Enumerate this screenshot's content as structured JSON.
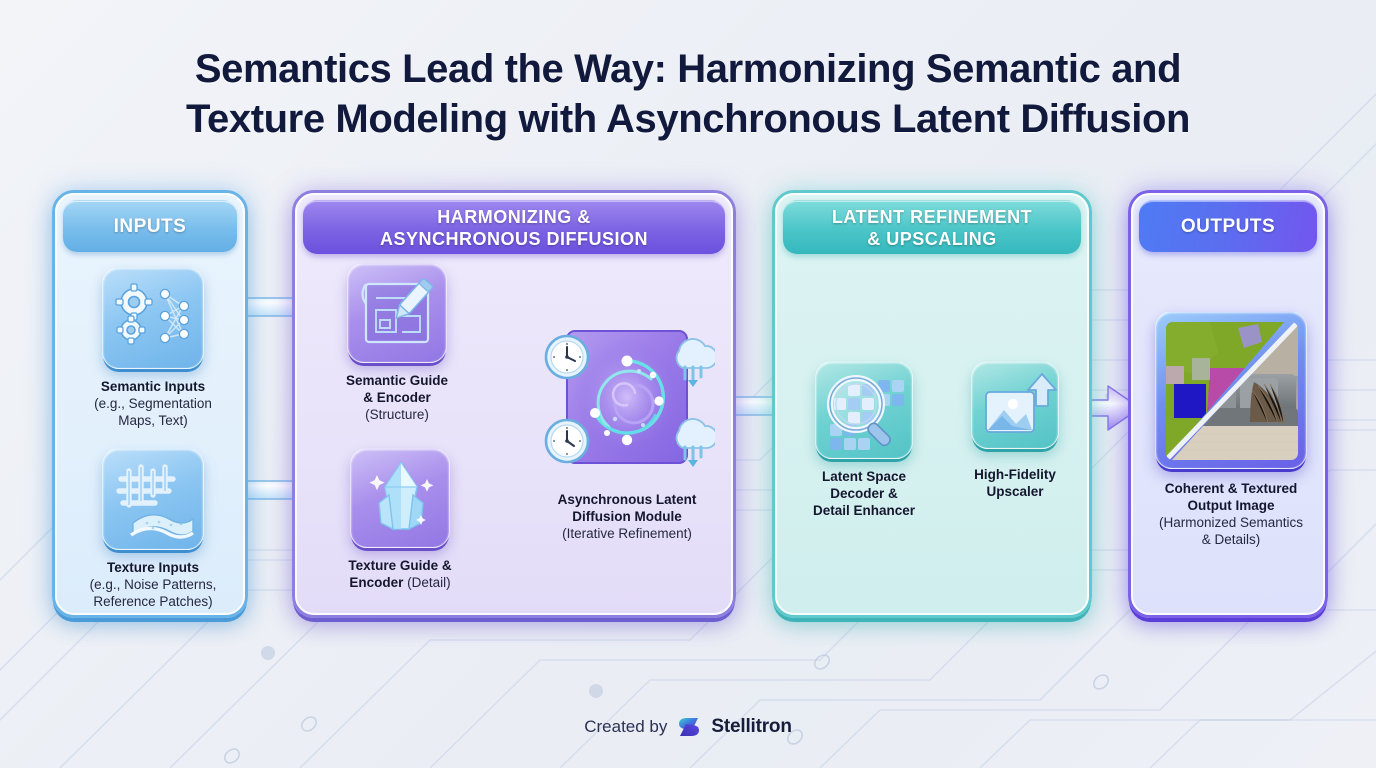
{
  "title": {
    "line1": "Semantics Lead the Way: Harmonizing Semantic and",
    "line2": "Texture Modeling with Asynchronous Latent Diffusion"
  },
  "colors": {
    "inputs_accent": "#68b4e8",
    "diffusion_accent": "#8d7fe0",
    "refinement_accent": "#5fc9cc",
    "outputs_accent": "#7b62e8",
    "title_text": "#111a3d",
    "background": "#eef0f6"
  },
  "panels": [
    {
      "id": "inputs",
      "header": "INPUTS",
      "nodes": [
        {
          "icon": "gears-neural-network-icon",
          "title": "Semantic Inputs",
          "subtitle_line1": "(e.g., Segmentation",
          "subtitle_line2": "Maps, Text)"
        },
        {
          "icon": "weave-wave-texture-icon",
          "title": "Texture Inputs",
          "subtitle_line1": "(e.g., Noise Patterns,",
          "subtitle_line2": "Reference Patches)"
        }
      ]
    },
    {
      "id": "diffusion",
      "header_line1": "HARMONIZING &",
      "header_line2": "ASYNCHRONOUS DIFFUSION",
      "nodes": [
        {
          "icon": "blueprint-pencil-icon",
          "title_line1": "Semantic Guide",
          "title_line2": "& Encoder",
          "subtitle": "(Structure)"
        },
        {
          "icon": "crystal-gem-icon",
          "title_line1": "Texture Guide &",
          "title_line2": "Encoder",
          "subtitle": "(Detail)"
        },
        {
          "icon": "spiral-diffusion-clock-cloud-icon",
          "title_line1": "Asynchronous Latent",
          "title_line2": "Diffusion Module",
          "subtitle": "(Iterative Refinement)"
        }
      ]
    },
    {
      "id": "refinement",
      "header_line1": "LATENT REFINEMENT",
      "header_line2": "& UPSCALING",
      "nodes": [
        {
          "icon": "magnifier-pixels-icon",
          "title_line1": "Latent Space",
          "title_line2": "Decoder &",
          "title_line3": "Detail Enhancer"
        },
        {
          "icon": "image-upscale-arrow-icon",
          "title_line1": "High-Fidelity",
          "title_line2": "Upscaler"
        }
      ]
    },
    {
      "id": "outputs",
      "header": "OUTPUTS",
      "nodes": [
        {
          "icon": "split-segmentation-photo-thumbnail",
          "title_line1": "Coherent & Textured",
          "title_line2": "Output Image",
          "subtitle_line1": "(Harmonized Semantics",
          "subtitle_line2": "& Details)"
        }
      ]
    }
  ],
  "footer": {
    "created_by": "Created by",
    "brand": "Stellitron",
    "logo": "stellitron-s-logo"
  }
}
